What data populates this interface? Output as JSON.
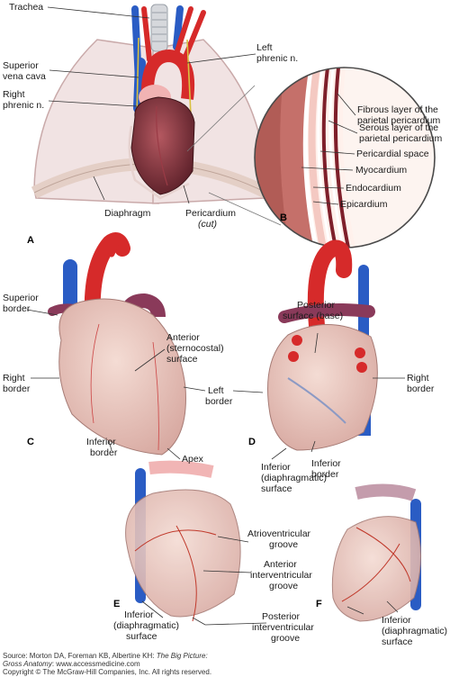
{
  "panels": [
    "A",
    "B",
    "C",
    "D",
    "E",
    "F"
  ],
  "labels": {
    "trachea": "Trachea",
    "svc1": "Superior",
    "svc2": "vena cava",
    "lphr1": "Left",
    "lphr2": "phrenic n.",
    "rphr1": "Right",
    "rphr2": "phrenic n.",
    "diaphragm": "Diaphragm",
    "peric1": "Pericardium",
    "peric2": "(cut)",
    "fib1": "Fibrous layer of the",
    "fib2": "parietal pericardium",
    "ser1": "Serous layer of the",
    "ser2": "parietal pericardium",
    "space": "Pericardial space",
    "myo": "Myocardium",
    "endo": "Endocardium",
    "epi": "Epicardium",
    "supb1": "Superior",
    "supb2": "border",
    "rb1": "Right",
    "rb2": "border",
    "ant1": "Anterior",
    "ant2": "(sternocostal)",
    "ant3": "surface",
    "lb1": "Left",
    "lb2": "border",
    "post1": "Posterior",
    "post2": "surface (base)",
    "rbd1": "Right",
    "rbd2": "border",
    "infc1": "Inferior",
    "infc2": "border",
    "apex": "Apex",
    "infd1": "Inferior",
    "infd2": "(diaphragmatic)",
    "infd3": "surface",
    "infbd1": "Inferior",
    "infbd2": "border",
    "av1": "Atrioventricular",
    "av2": "groove",
    "aiv1": "Anterior",
    "aiv2": "interventricular",
    "aiv3": "groove",
    "infe1": "Inferior",
    "infe2": "(diaphragmatic)",
    "infe3": "surface",
    "piv1": "Posterior",
    "piv2": "interventricular",
    "piv3": "groove",
    "inff1": "Inferior",
    "inff2": "(diaphragmatic)",
    "inff3": "surface"
  },
  "source": {
    "line1_prefix": "Source: Morton DA, Foreman KB, Albertine KH: ",
    "line1_title": "The Big Picture:",
    "line2_title": "Gross Anatomy",
    "line2_suffix": ": www.accessmedicine.com",
    "line3": "Copyright © The McGraw-Hill Companies, Inc. All rights reserved."
  },
  "colors": {
    "artery": "#d62a2a",
    "vein": "#2a5cc4",
    "heart": "#7a3238",
    "heart_translucent": "#e8c4bc",
    "lung": "#f1e3e3",
    "myocardium": "#c5706a",
    "pericardium_inset": "#f0b8b0"
  }
}
